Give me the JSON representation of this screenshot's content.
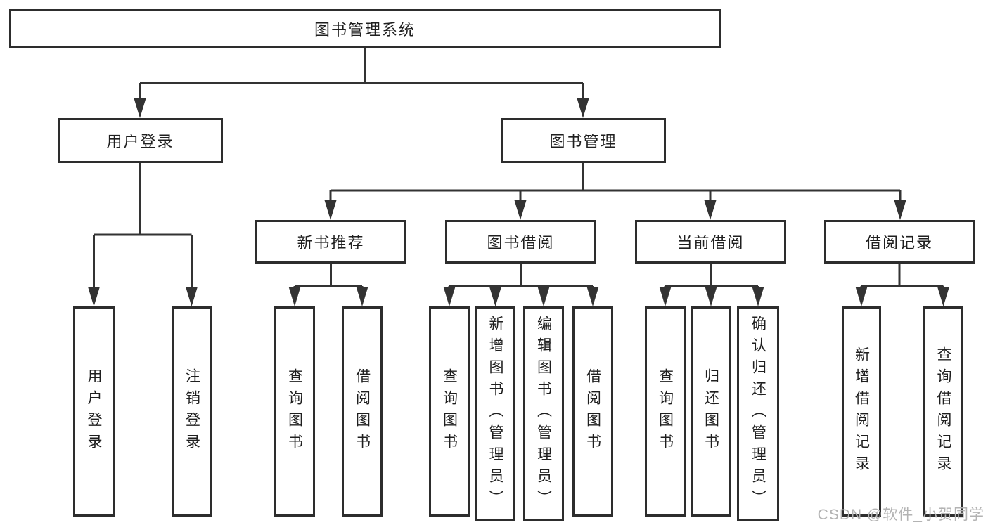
{
  "tree": {
    "label": "图书管理系统",
    "children": [
      {
        "label": "用户登录",
        "children": [
          {
            "label": "用户登录"
          },
          {
            "label": "注销登录"
          }
        ]
      },
      {
        "label": "图书管理",
        "children": [
          {
            "label": "新书推荐",
            "children": [
              {
                "label": "查询图书"
              },
              {
                "label": "借阅图书"
              }
            ]
          },
          {
            "label": "图书借阅",
            "children": [
              {
                "label": "查询图书"
              },
              {
                "label": "新增图书（管理员）"
              },
              {
                "label": "编辑图书（管理员）"
              },
              {
                "label": "借阅图书"
              }
            ]
          },
          {
            "label": "当前借阅",
            "children": [
              {
                "label": "查询图书"
              },
              {
                "label": "归还图书"
              },
              {
                "label": "确认归还（管理员）"
              }
            ]
          },
          {
            "label": "借阅记录",
            "children": [
              {
                "label": "新增借阅记录"
              },
              {
                "label": "查询借阅记录"
              }
            ]
          }
        ]
      }
    ]
  },
  "watermark": {
    "text": "CSDN @软件_小贺同学"
  },
  "colors": {
    "line": "#333333",
    "border": "#2d2d2d",
    "text": "#1f1f1f",
    "bg": "#ffffff",
    "box_bg": "#ffffff",
    "watermark": "#b3b3b3"
  }
}
